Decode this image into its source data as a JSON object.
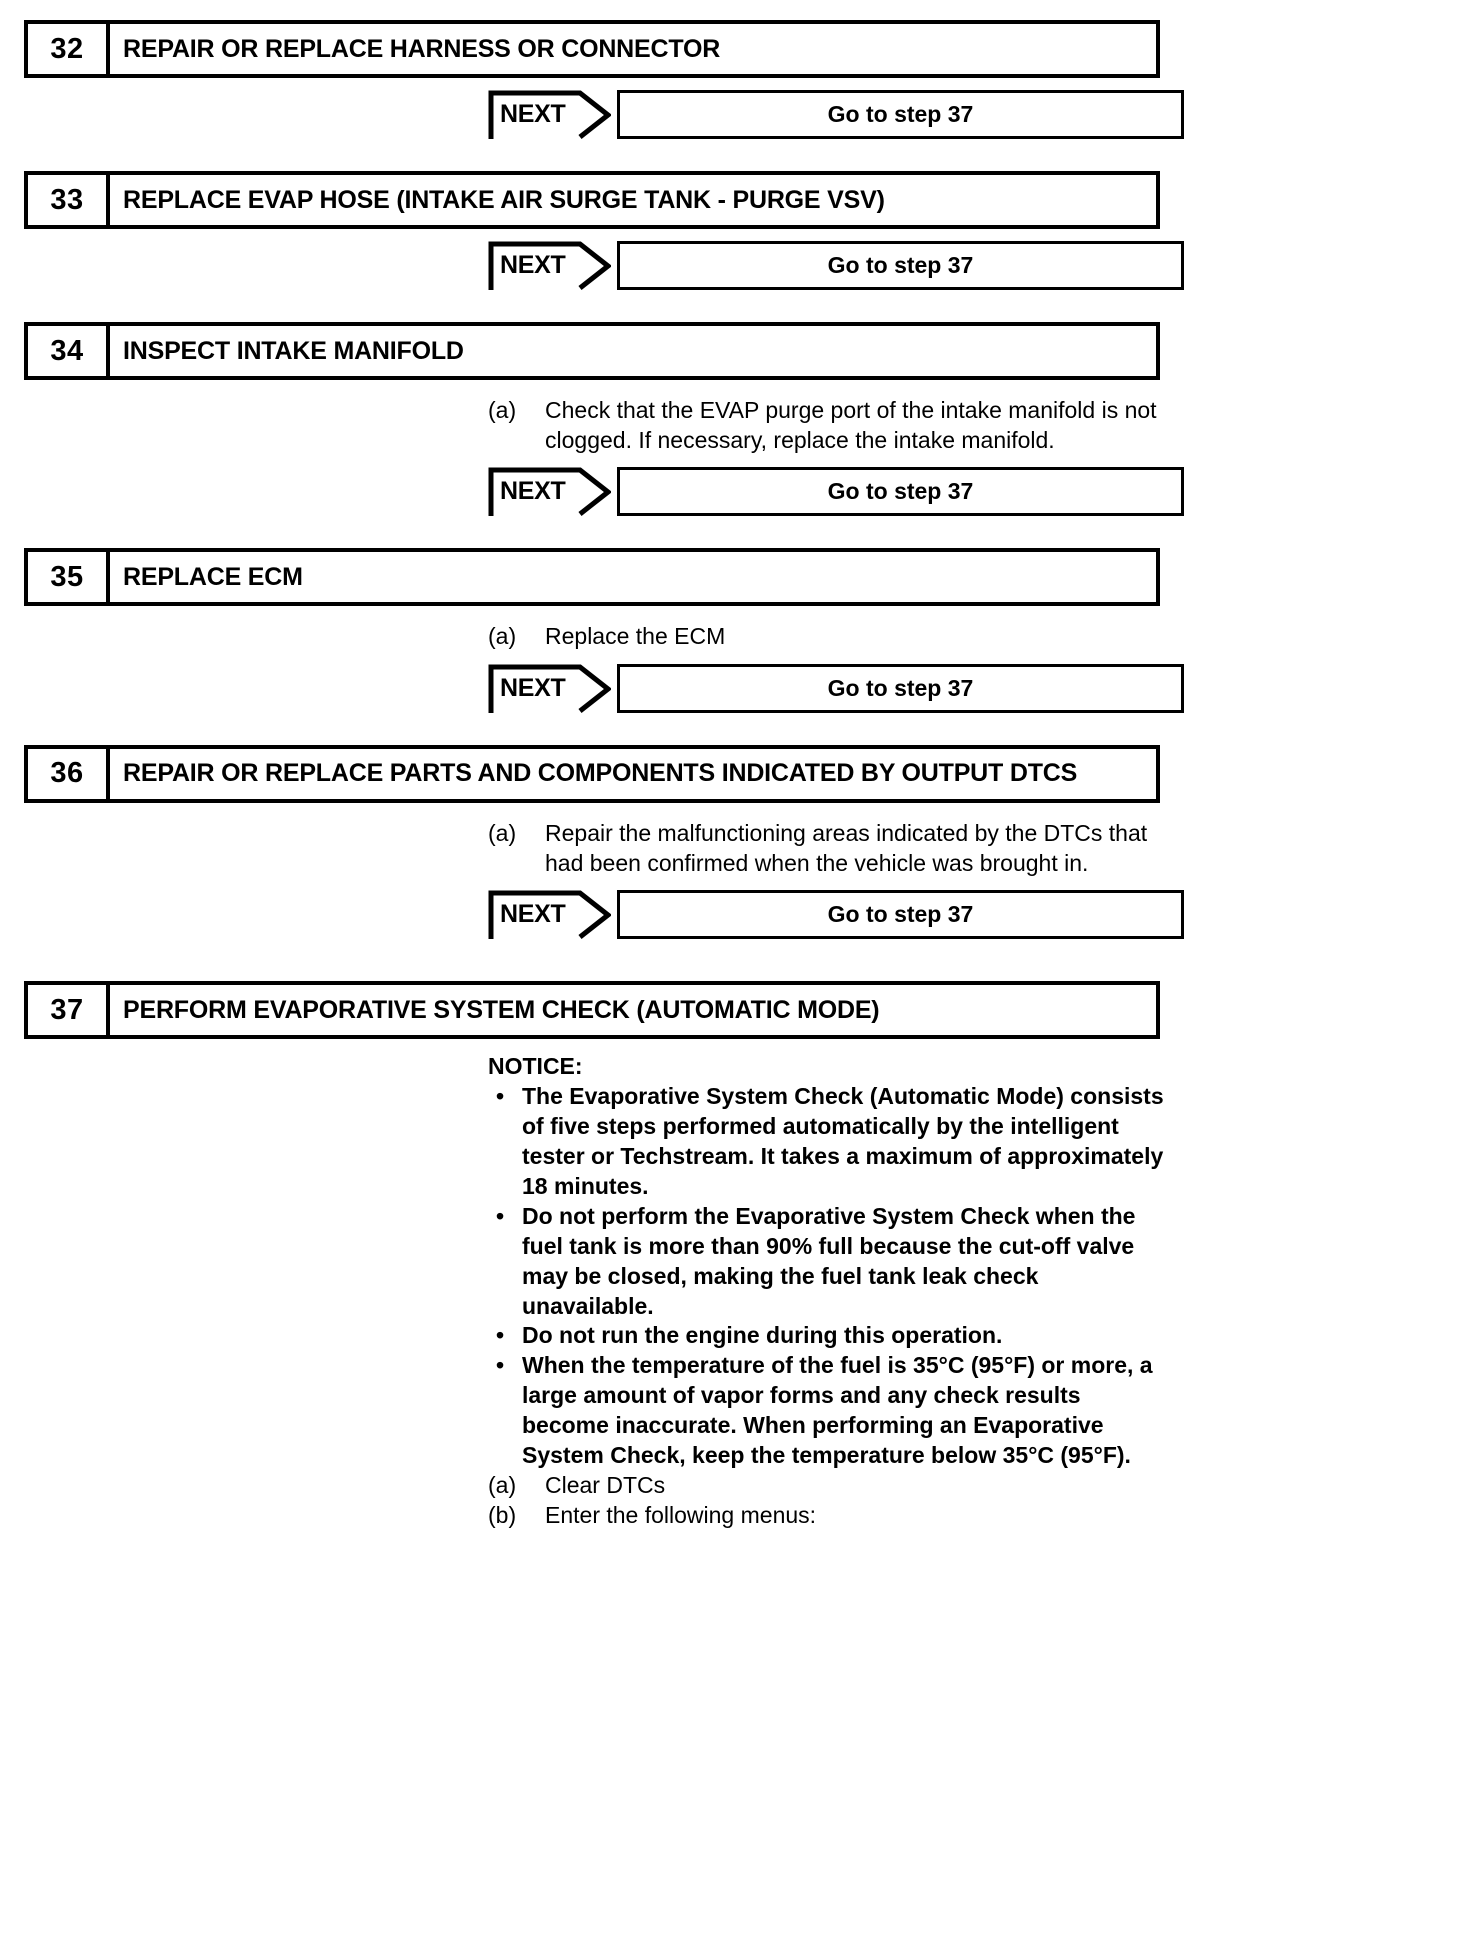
{
  "document": {
    "type": "automotive-diagnostic-flowchart",
    "next_label": "NEXT"
  },
  "steps": [
    {
      "number": "32",
      "title": "REPAIR OR REPLACE HARNESS OR CONNECTOR",
      "instructions": [],
      "next": {
        "label": "NEXT",
        "target": "Go to step 37"
      }
    },
    {
      "number": "33",
      "title": "REPLACE EVAP HOSE (INTAKE AIR SURGE TANK - PURGE VSV)",
      "instructions": [],
      "next": {
        "label": "NEXT",
        "target": "Go to step 37"
      }
    },
    {
      "number": "34",
      "title": "INSPECT INTAKE MANIFOLD",
      "instructions": [
        {
          "label": "(a)",
          "text": "Check that the EVAP purge port of the intake manifold is not clogged. If necessary, replace the intake manifold."
        }
      ],
      "next": {
        "label": "NEXT",
        "target": "Go to step 37"
      }
    },
    {
      "number": "35",
      "title": "REPLACE ECM",
      "instructions": [
        {
          "label": "(a)",
          "text": "Replace the ECM"
        }
      ],
      "next": {
        "label": "NEXT",
        "target": "Go to step 37"
      }
    },
    {
      "number": "36",
      "title": "REPAIR OR REPLACE PARTS AND COMPONENTS INDICATED BY OUTPUT DTCS",
      "instructions": [
        {
          "label": "(a)",
          "text": "Repair the malfunctioning areas indicated by the DTCs that had been confirmed when the vehicle was brought in."
        }
      ],
      "next": {
        "label": "NEXT",
        "target": "Go to step 37"
      }
    }
  ],
  "final_step": {
    "number": "37",
    "title": "PERFORM EVAPORATIVE SYSTEM CHECK (AUTOMATIC MODE)",
    "notice_heading": "NOTICE:",
    "notice_bullets": [
      "The Evaporative System Check (Automatic Mode) consists of five steps performed automatically by the intelligent tester or Techstream. It takes a maximum of approximately 18 minutes.",
      "Do not perform the Evaporative System Check when the fuel tank is more than 90% full because the cut-off valve may be closed, making the fuel tank leak check unavailable.",
      "Do not run the engine during this operation.",
      "When the temperature of the fuel is 35°C (95°F) or more, a large amount of vapor forms and any check results become inaccurate. When performing an Evaporative System Check, keep the temperature below 35°C (95°F)."
    ],
    "bullet_glyph": "•",
    "instructions": [
      {
        "label": "(a)",
        "text": "Clear DTCs"
      },
      {
        "label": "(b)",
        "text": "Enter the following menus:"
      }
    ]
  }
}
